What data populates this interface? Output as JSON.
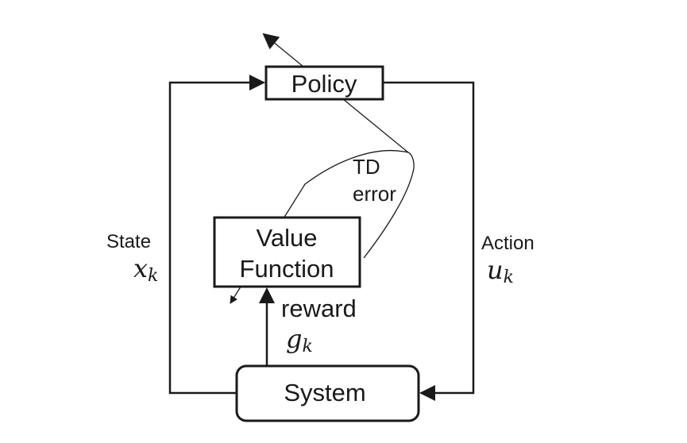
{
  "nodes": {
    "policy": "Policy",
    "value_function_line1": "Value",
    "value_function_line2": "Function",
    "system": "System"
  },
  "labels": {
    "state": "State",
    "state_var": "x",
    "state_sub": "k",
    "action": "Action",
    "action_var": "u",
    "action_sub": "k",
    "reward": "reward",
    "reward_var": "g",
    "reward_sub": "k",
    "td_line1": "TD",
    "td_line2": "error"
  },
  "colors": {
    "stroke": "#1a1a1a",
    "background": "#ffffff"
  }
}
